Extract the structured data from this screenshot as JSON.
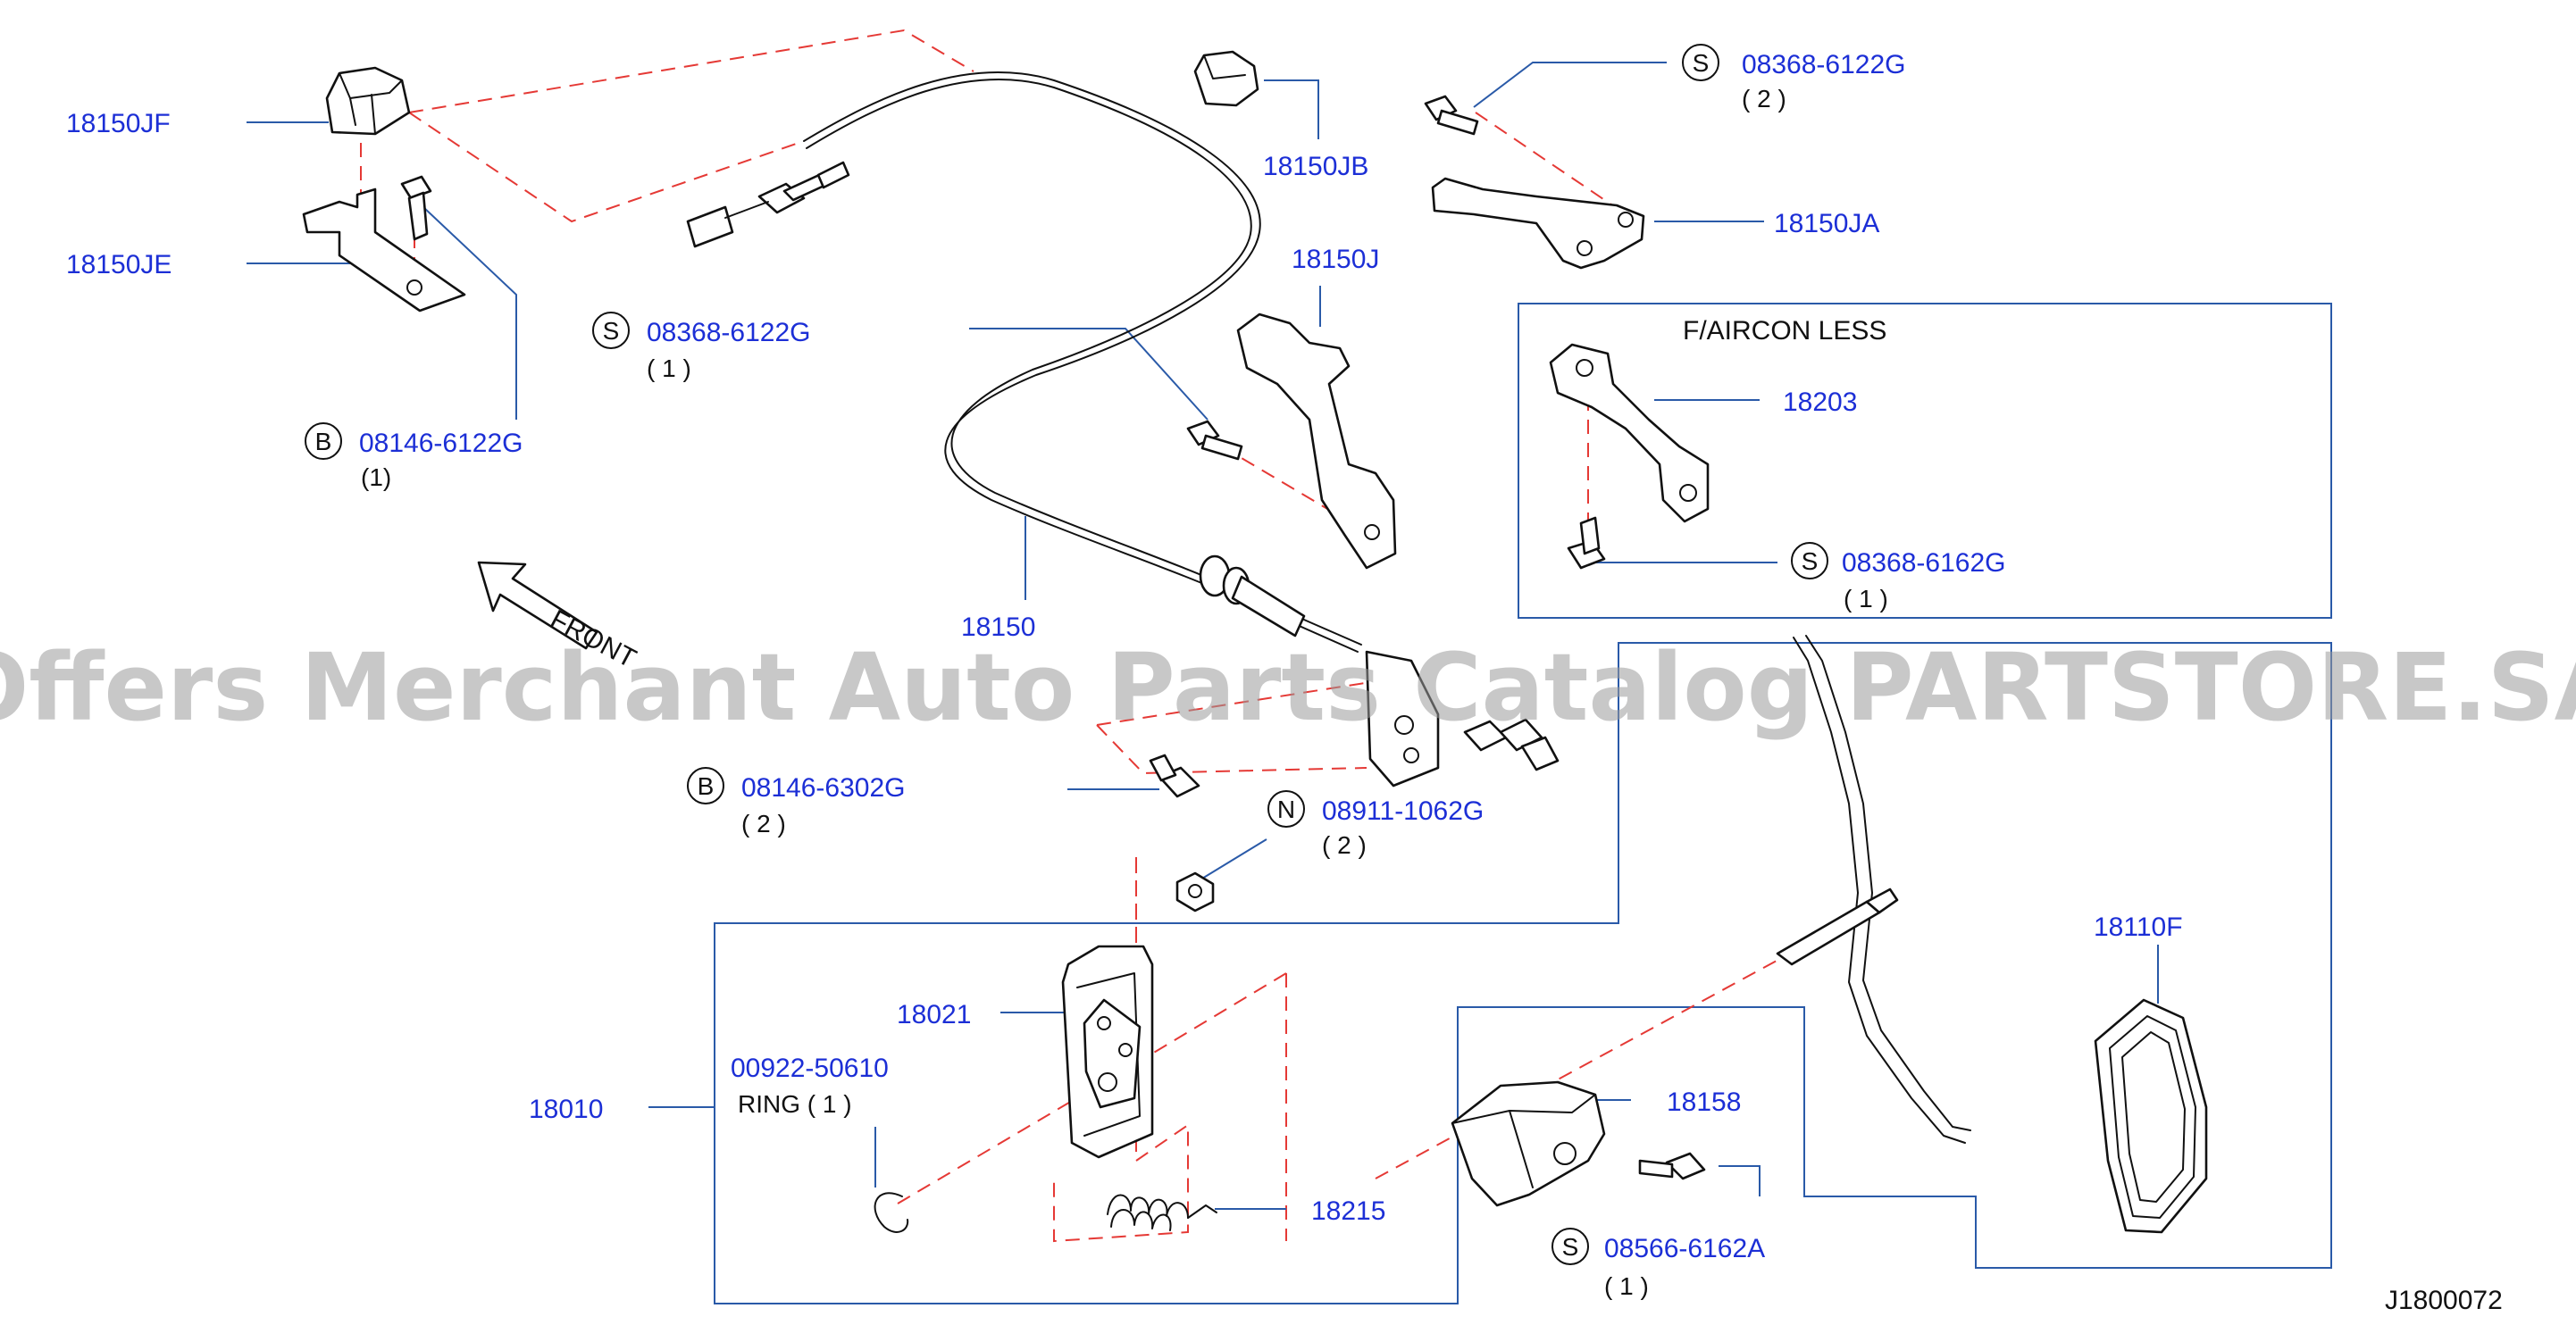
{
  "callouts": {
    "p18150JF": "18150JF",
    "p18150JE": "18150JE",
    "p18150JB": "18150JB",
    "p18150JA": "18150JA",
    "p18150J": "18150J",
    "p18150": "18150",
    "p18203": "18203",
    "p18021": "18021",
    "p18010": "18010",
    "p18215": "18215",
    "p18158": "18158",
    "p18110F": "18110F",
    "p00922": "00922-50610"
  },
  "fasteners": {
    "s_top": {
      "prefix": "S",
      "code": "08368-6122G",
      "qty": "( 2 )"
    },
    "s_mid": {
      "prefix": "S",
      "code": "08368-6122G",
      "qty": "( 1 )"
    },
    "b_left": {
      "prefix": "B",
      "code": "08146-6122G",
      "qty": "(1)"
    },
    "s_box": {
      "prefix": "S",
      "code": "08368-6162G",
      "qty": "( 1 )"
    },
    "b_mid": {
      "prefix": "B",
      "code": "08146-6302G",
      "qty": "( 2   )"
    },
    "n_mid": {
      "prefix": "N",
      "code": "08911-1062G",
      "qty": "( 2   )"
    },
    "s_bottom": {
      "prefix": "S",
      "code": "08566-6162A",
      "qty": "( 1 )"
    }
  },
  "labels": {
    "aircon": "F/AIRCON   LESS",
    "ring": "RING   ( 1 )",
    "front": "FRONT",
    "diagram_code": "J1800072"
  },
  "watermark": "Offers Merchant Auto Parts Catalog PARTSTORE.SA",
  "colors": {
    "part_number": "#1c2fd6",
    "leader": "#2a5aa8",
    "dash": "#e53935",
    "watermark": "#9a9a9a"
  }
}
